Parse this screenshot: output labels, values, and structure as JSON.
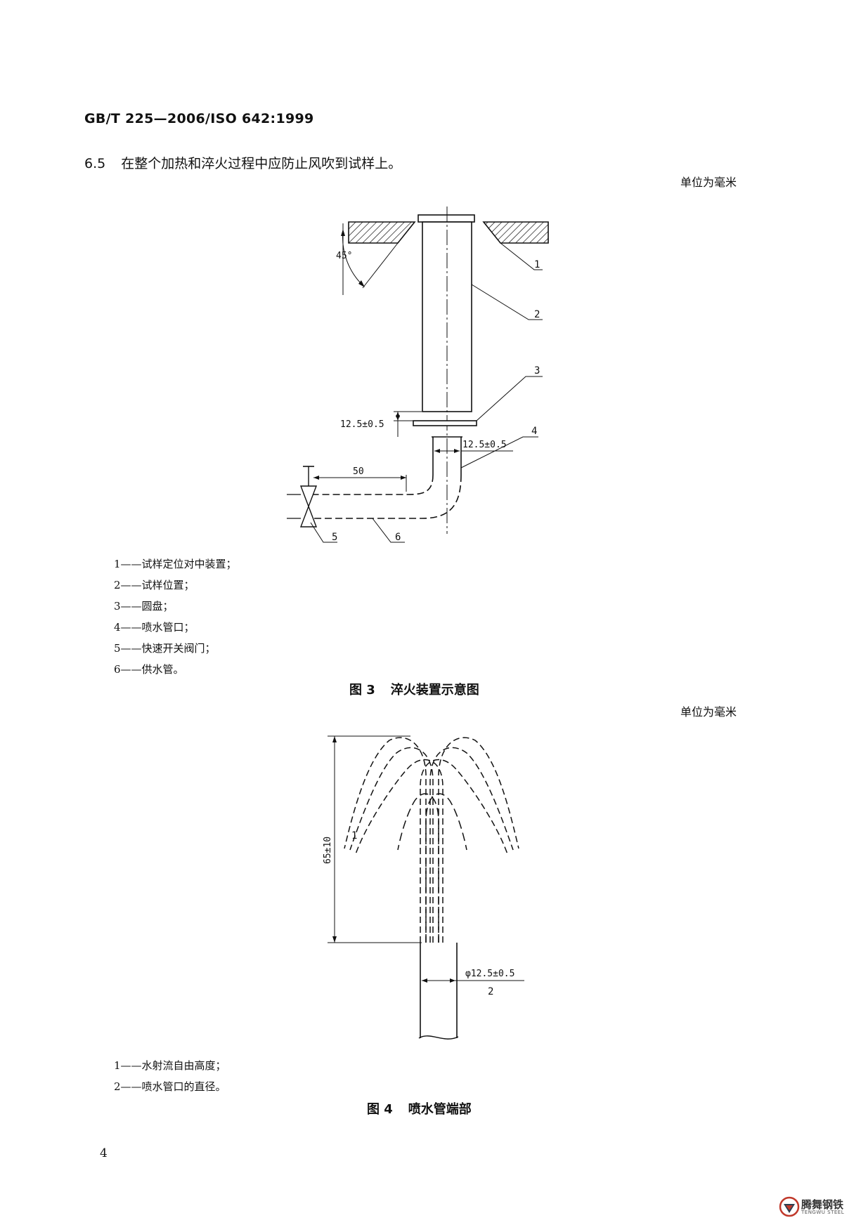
{
  "header": {
    "standard_id": "GB/T 225—2006/ISO 642:1999"
  },
  "clause": {
    "number": "6.5",
    "text": "在整个加热和淬火过程中应防止风吹到试样上。"
  },
  "figure3": {
    "unit_note": "单位为毫米",
    "dims": {
      "angle": "45°",
      "gap": "12.5±0.5",
      "nozzle": "12.5±0.5",
      "length": "50"
    },
    "callouts": [
      "1",
      "2",
      "3",
      "4",
      "5",
      "6"
    ],
    "legend": [
      "1——试样定位对中装置；",
      "2——试样位置；",
      "3——圆盘；",
      "4——喷水管口；",
      "5——快速开关阀门；",
      "6——供水管。"
    ],
    "caption_number": "图 3",
    "caption_title": "淬火装置示意图"
  },
  "figure4": {
    "unit_note": "单位为毫米",
    "dims": {
      "height": "65±10",
      "diameter": "φ12.5±0.5"
    },
    "callouts": [
      "1",
      "2"
    ],
    "legend": [
      "1——水射流自由高度；",
      "2——喷水管口的直径。"
    ],
    "caption_number": "图 4",
    "caption_title": "喷水管端部"
  },
  "footer": {
    "page_number": "4",
    "logo_text": "腾舞钢铁",
    "logo_text_en": "TENGWU STEEL"
  }
}
